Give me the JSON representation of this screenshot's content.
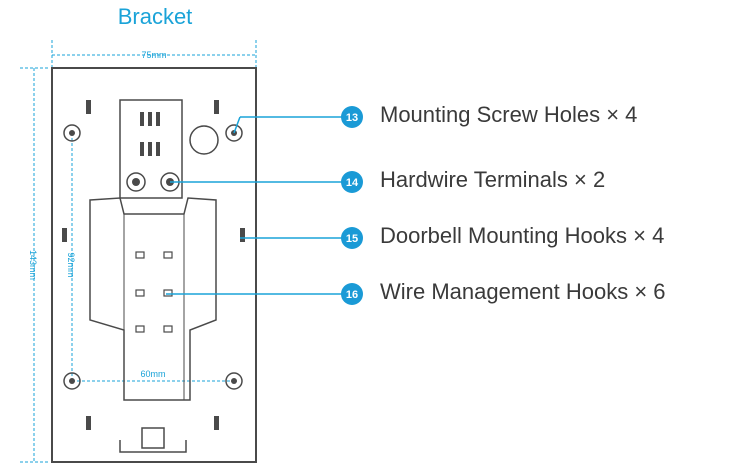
{
  "title": "Bracket",
  "dimensions": {
    "width_top": "75mm",
    "height_left": "143mm",
    "height_inner": "92mm",
    "width_bottom": "60mm"
  },
  "callouts": [
    {
      "number": "13",
      "label": "Mounting Screw Holes × 4"
    },
    {
      "number": "14",
      "label": "Hardwire Terminals × 2"
    },
    {
      "number": "15",
      "label": "Doorbell Mounting Hooks × 4"
    },
    {
      "number": "16",
      "label": "Wire Management Hooks × 6"
    }
  ],
  "colors": {
    "accent": "#1aa3d8",
    "badge": "#1a9ad6",
    "outline": "#4a4a4a",
    "text": "#3a3a3a"
  }
}
